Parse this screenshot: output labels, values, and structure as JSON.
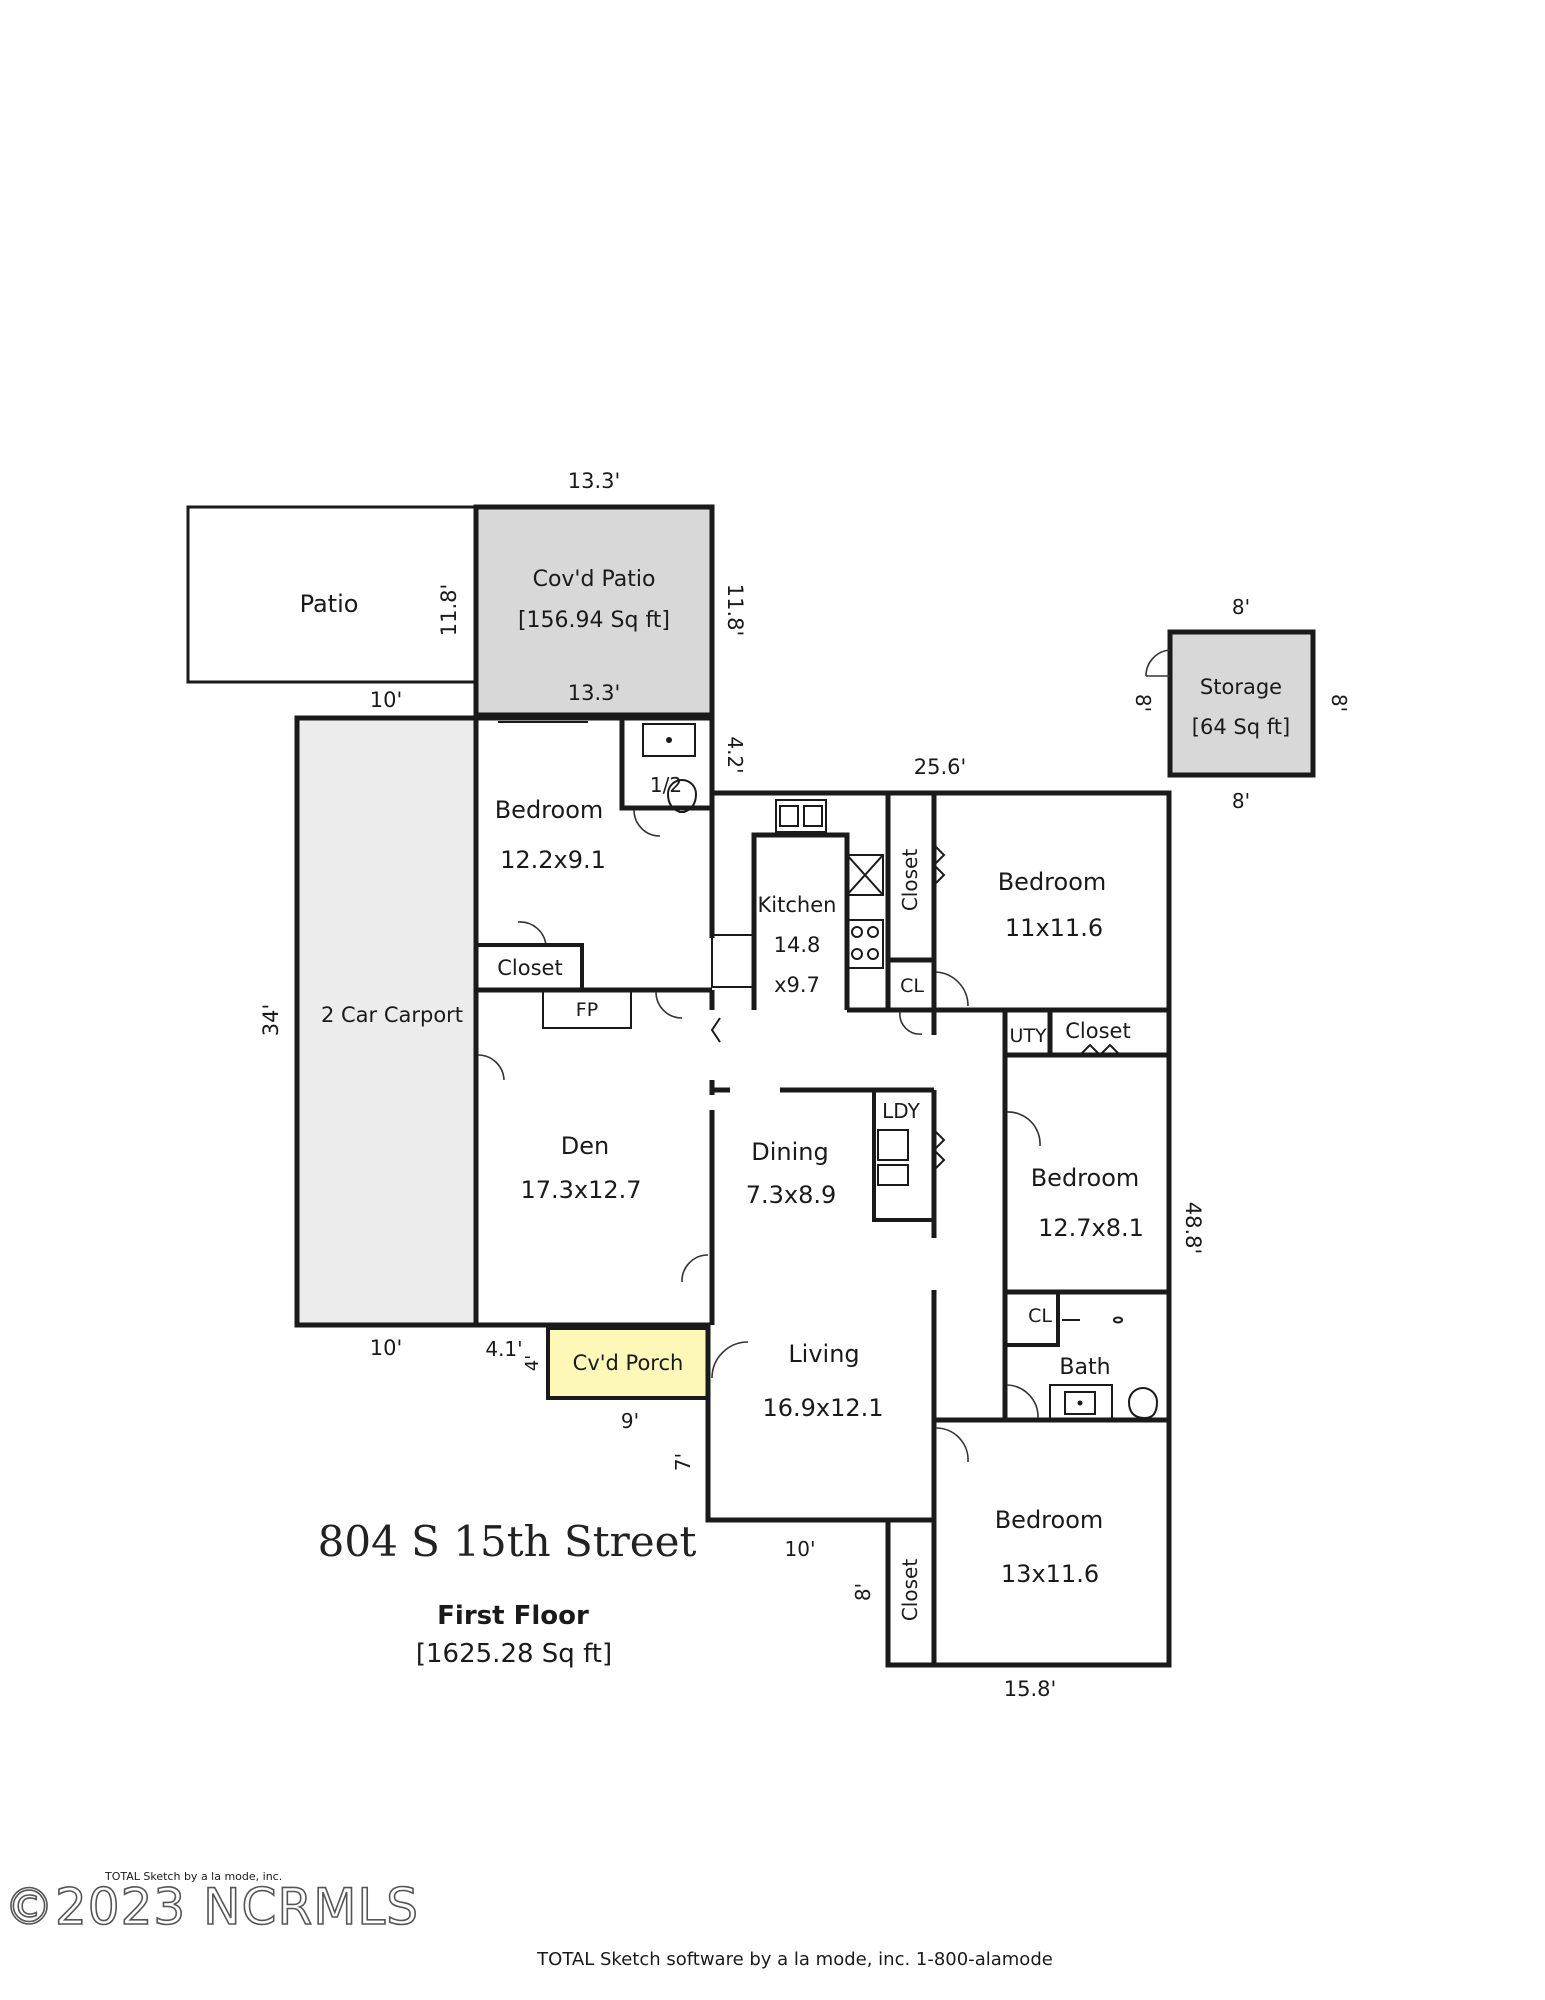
{
  "address": "804 S 15th Street",
  "floor_label": "First Floor",
  "floor_area": "[1625.28 Sq ft]",
  "footer": "TOTAL Sketch software by a la mode, inc. 1-800-alamode",
  "watermark": "©2023 NCRMLS",
  "watermark_small": "TOTAL Sketch by a la mode, inc.",
  "colors": {
    "wall": "#1a1a1a",
    "shaded": "#d8d8d8",
    "porch": "#fdf7b8",
    "carport": "#ececec"
  },
  "rooms": {
    "patio": "Patio",
    "covd_patio": "Cov'd Patio",
    "covd_patio_area": "[156.94 Sq ft]",
    "storage": "Storage",
    "storage_area": "[64 Sq ft]",
    "carport": "2 Car Carport",
    "bedroom_nw": "Bedroom",
    "bedroom_nw_size": "12.2x9.1",
    "half_bath": "1/2",
    "closet_nw": "Closet",
    "fp": "FP",
    "den": "Den",
    "den_size": "17.3x12.7",
    "kitchen": "Kitchen",
    "kitchen_size_a": "14.8",
    "kitchen_size_b": "x9.7",
    "closet_kitchen": "Closet",
    "cl_kitchen": "CL",
    "bedroom_ne": "Bedroom",
    "bedroom_ne_size": "11x11.6",
    "uty": "UTY",
    "closet_uty": "Closet",
    "ldy": "LDY",
    "dining": "Dining",
    "dining_size": "7.3x8.9",
    "bedroom_e": "Bedroom",
    "bedroom_e_size": "12.7x8.1",
    "cl_bath": "CL",
    "bath": "Bath",
    "porch": "Cv'd Porch",
    "living": "Living",
    "living_size": "16.9x12.1",
    "bedroom_se": "Bedroom",
    "bedroom_se_size": "13x11.6",
    "closet_se": "Closet"
  },
  "dimensions": {
    "covd_patio_top": "13.3'",
    "covd_patio_bottom": "13.3'",
    "covd_patio_right": "11.8'",
    "patio_right": "11.8'",
    "patio_bottom": "10'",
    "storage_top": "8'",
    "storage_bottom": "8'",
    "storage_left": "8'",
    "storage_right": "8'",
    "step_right": "4.2'",
    "bedroom_ne_top": "25.6'",
    "carport_left": "34'",
    "east_wall": "48.8'",
    "carport_bottom": "10'",
    "porch_left_a": "4.1'",
    "porch_left_b": "4'",
    "porch_bottom": "9'",
    "living_left": "7'",
    "living_bottom": "10'",
    "closet_se_left": "8'",
    "bedroom_se_bottom": "15.8'"
  }
}
